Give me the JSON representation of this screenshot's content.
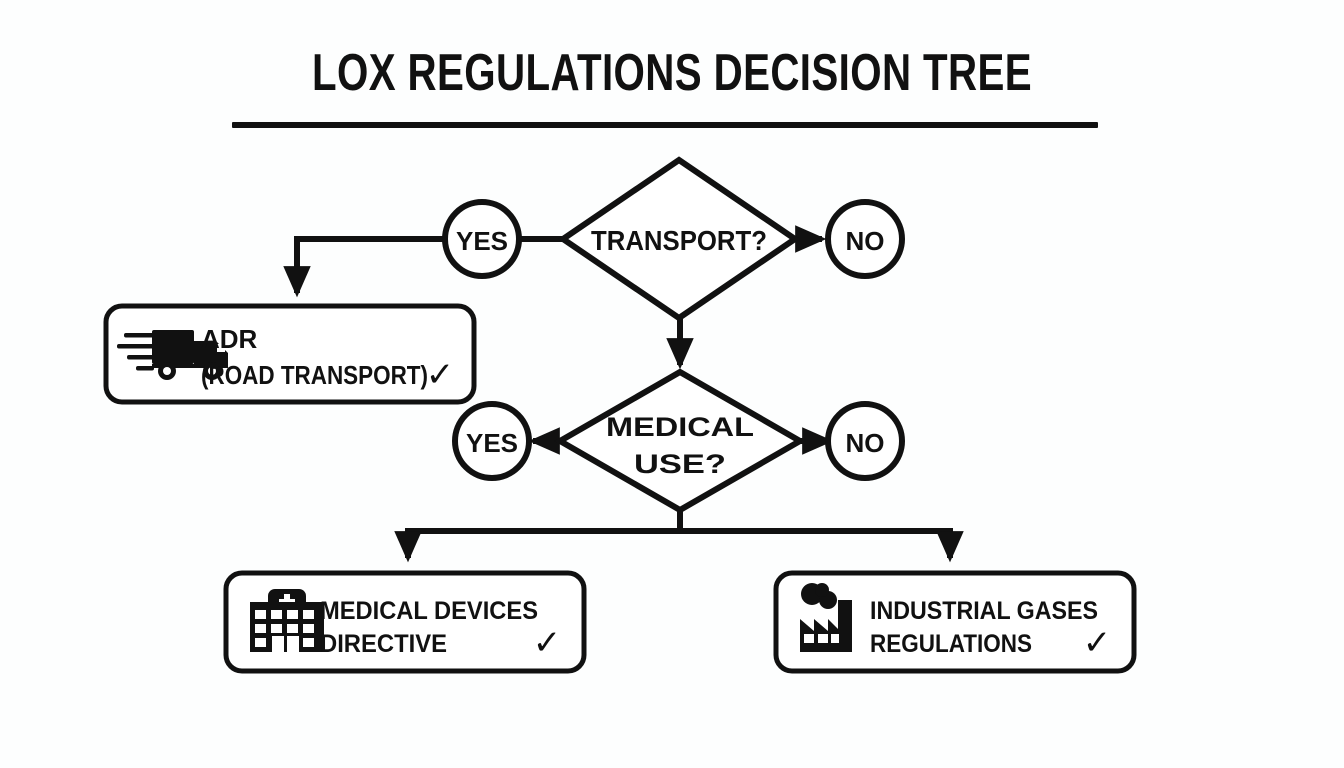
{
  "title": "LOX REGULATIONS DECISION TREE",
  "colors": {
    "background": "#fdfefe",
    "stroke": "#111111",
    "text": "#111111",
    "box_fill": "#ffffff"
  },
  "decisions": [
    {
      "id": "transport",
      "label": "TRANSPORT?",
      "lines": [
        "TRANSPORT?"
      ],
      "branches": [
        {
          "label": "YES",
          "side": "left"
        },
        {
          "label": "NO",
          "side": "right"
        }
      ]
    },
    {
      "id": "medical-use",
      "label": "MEDICAL USE?",
      "lines": [
        "MEDICAL",
        "USE?"
      ],
      "branches": [
        {
          "label": "YES",
          "side": "left"
        },
        {
          "label": "NO",
          "side": "right"
        }
      ]
    }
  ],
  "outcomes": [
    {
      "id": "adr",
      "icon": "truck-icon",
      "lines": [
        "ADR",
        "(ROAD TRANSPORT)"
      ],
      "check": "✓"
    },
    {
      "id": "medical-devices-directive",
      "icon": "hospital-icon",
      "lines": [
        "MEDICAL DEVICES",
        "DIRECTIVE"
      ],
      "check": "✓"
    },
    {
      "id": "industrial-gases-regulations",
      "icon": "factory-icon",
      "lines": [
        "INDUSTRIAL GASES",
        "REGULATIONS"
      ],
      "check": "✓"
    }
  ]
}
